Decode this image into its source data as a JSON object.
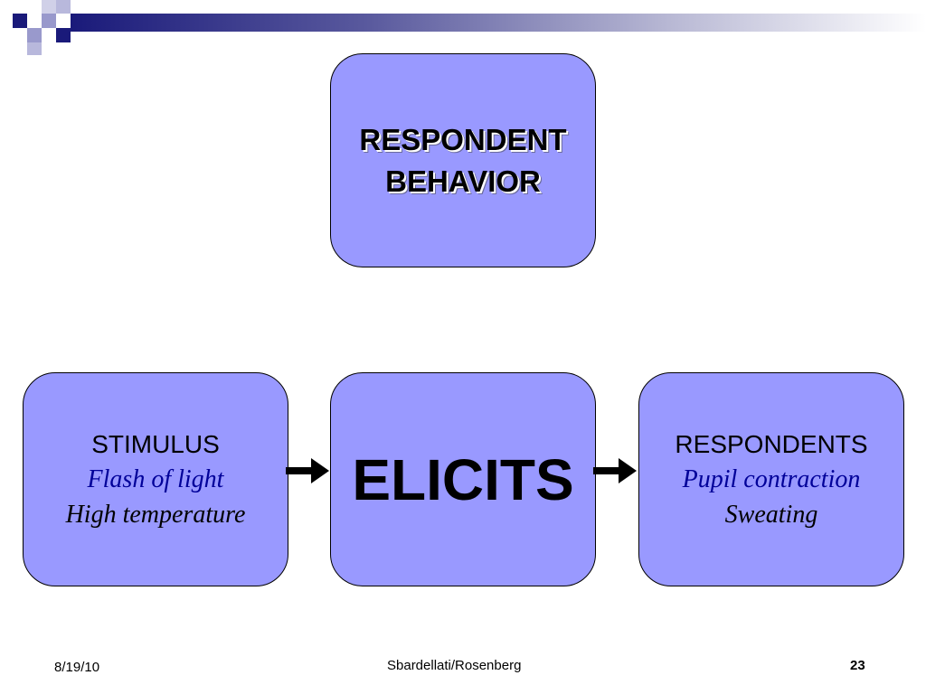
{
  "colors": {
    "box_fill": "#9999ff",
    "navy": "#1a1a7a",
    "light_square": "#9999cc",
    "italic_blue": "#000099"
  },
  "diagram": {
    "top_box": {
      "lines": [
        "RESPONDENT",
        "BEHAVIOR"
      ]
    },
    "stimulus_box": {
      "heading": "STIMULUS",
      "line1": "Flash of light",
      "line2": "High temperature"
    },
    "elicits_box": {
      "label": "ELICITS"
    },
    "respondents_box": {
      "heading": "RESPONDENTS",
      "line1": "Pupil contraction",
      "line2": "Sweating"
    },
    "arrows": [
      "arrow-right-icon",
      "arrow-right-icon"
    ]
  },
  "footer": {
    "date": "8/19/10",
    "author": "Sbardellati/Rosenberg",
    "page_number": "23"
  }
}
